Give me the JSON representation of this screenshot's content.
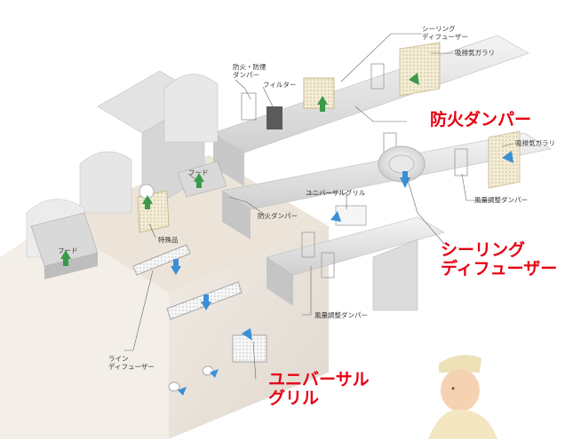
{
  "labels": {
    "ceiling_diffuser_top": [
      "シーリング",
      "ディフューザー"
    ],
    "exhaust_gallery_1": "吸排気ガラリ",
    "fire_smoke_damper": [
      "防火・防煙",
      "ダンパー"
    ],
    "filter": "フィルター",
    "hood_upper": "フード",
    "exhaust_gallery_2": "吸排気ガラリ",
    "special_item": "特殊品",
    "fire_damper_small": "防火ダンパー",
    "universal_grille_small": "ユニバーサルグリル",
    "air_volume_damper_right": "風量調整ダンパー",
    "hood_left": "フード",
    "air_volume_damper_bottom": "風量調整ダンパー",
    "line_diffuser": [
      "ライン",
      "ディフューザー"
    ]
  },
  "highlights": {
    "fire_damper": "防火ダンパー",
    "ceiling_diffuser": [
      "シーリング",
      "ディフューザー"
    ],
    "universal_grille": [
      "ユニバーサル",
      "グリル"
    ]
  },
  "colors": {
    "accent_red": "#e60012",
    "airflow_in": "#3a9a4a",
    "airflow_out": "#3a8fd6",
    "duct": "#d9d9d9",
    "wall": "#eae4dc"
  }
}
